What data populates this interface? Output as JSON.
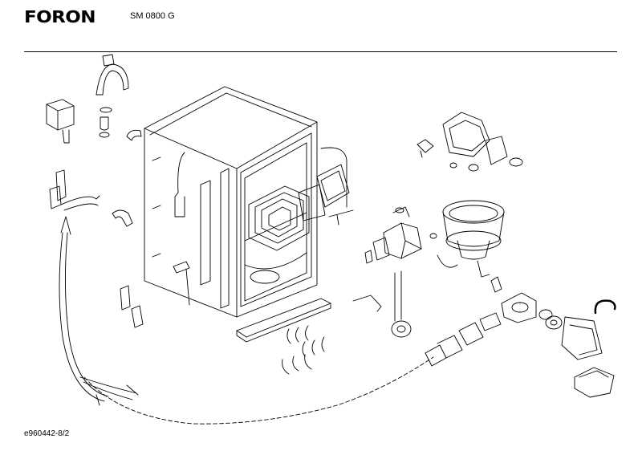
{
  "header": {
    "brand": "FORON",
    "model": "SM 0800 G"
  },
  "footer": {
    "reference": "e960442-8/2"
  },
  "diagram": {
    "type": "exploded parts diagram",
    "line_color": "#000000",
    "background": "#ffffff"
  }
}
